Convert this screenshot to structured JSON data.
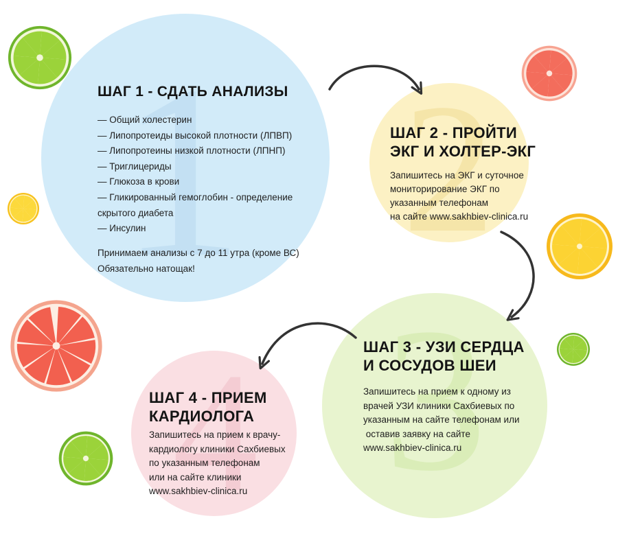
{
  "colors": {
    "step1_circle": "#d2ebf9",
    "step2_circle": "#fcf1c4",
    "step3_circle": "#e8f4cf",
    "step4_circle": "#fadfe3",
    "arrow": "#333333",
    "lime": "#8fcf3a",
    "lemon": "#fbd12e",
    "grapefruit": "#f36d5c"
  },
  "step1": {
    "digit": "1",
    "title": "ШАГ 1 - СДАТЬ АНАЛИЗЫ",
    "items": [
      "— Общий холестерин",
      "— Липопротеиды высокой плотности (ЛПВП)",
      "— Липопротеины низкой плотности (ЛПНП)",
      "— Триглицериды",
      "— Глюкоза в крови",
      "— Гликированный гемоглобин - определение",
      "скрытого диабета",
      "— Инсулин"
    ],
    "note_line1": "Принимаем анализы с 7 до 11 утра (кроме ВС)",
    "note_line2": "Обязательно натощак!"
  },
  "step2": {
    "digit": "2",
    "title_line1": "ШАГ 2 - ПРОЙТИ",
    "title_line2": "ЭКГ И ХОЛТЕР-ЭКГ",
    "text_lines": [
      "Запишитесь на ЭКГ и суточное",
      "мониторирование ЭКГ по",
      "указанным телефонам",
      "на сайте www.sakhbiev-clinica.ru"
    ]
  },
  "step3": {
    "digit": "3",
    "title_line1": "ШАГ 3 - УЗИ СЕРДЦА",
    "title_line2": "И СОСУДОВ ШЕИ",
    "text_lines": [
      "Запишитесь на прием к одному из",
      "врачей УЗИ клиники Сахбиевых по",
      "указанным на сайте телефонам или",
      " оставив заявку на сайте",
      "www.sakhbiev-clinica.ru"
    ]
  },
  "step4": {
    "digit": "4",
    "title_line1": "ШАГ 4 - ПРИЕМ",
    "title_line2": "КАРДИОЛОГА",
    "text_lines": [
      "Запишитесь на прием к врачу-",
      "кардиологу клиники Сахбиевых",
      "по указанным телефонам",
      "или на сайте клиники",
      "www.sakhbiev-clinica.ru"
    ]
  }
}
